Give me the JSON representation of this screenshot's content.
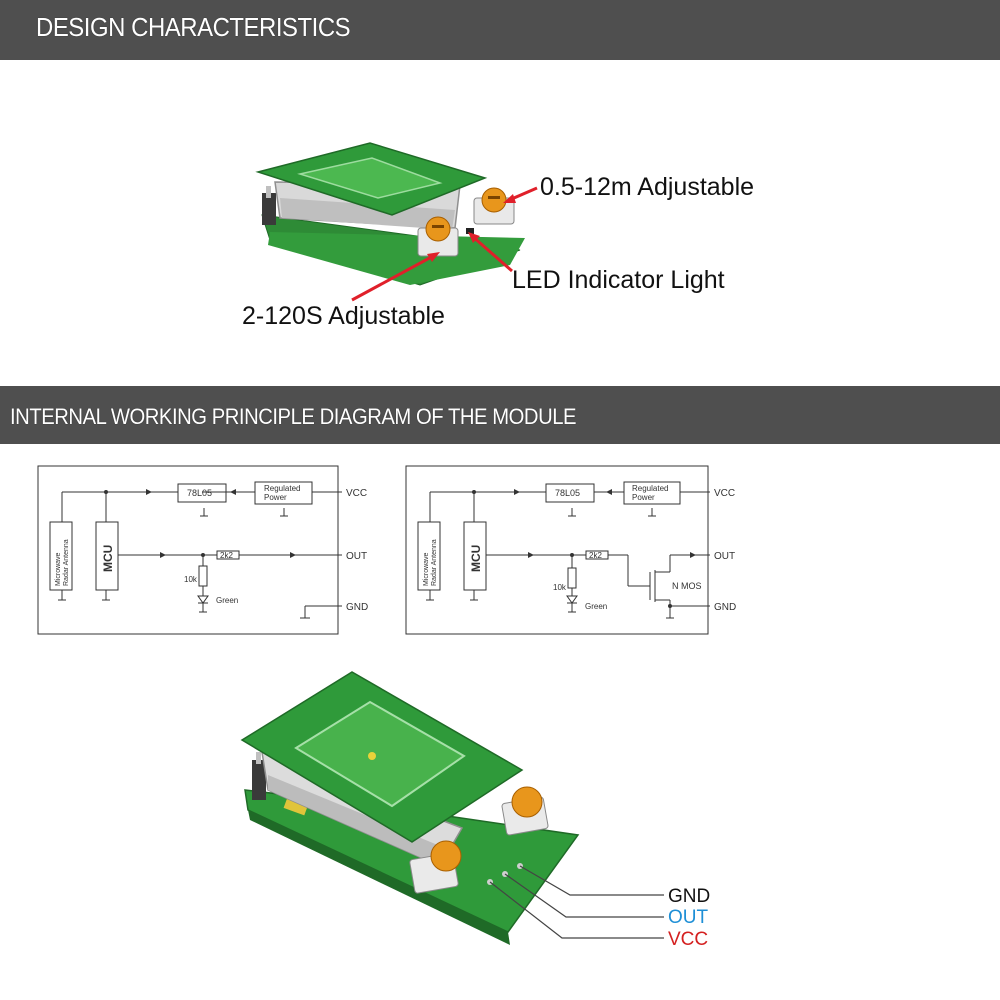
{
  "section1": {
    "title": "DESIGN CHARACTERISTICS"
  },
  "photo1": {
    "callouts": {
      "distance": "0.5-12m Adjustable",
      "led": "LED Indicator Light",
      "time": "2-120S Adjustable"
    }
  },
  "section2": {
    "title": "INTERNAL WORKING PRINCIPLE DIAGRAM OF THE MODULE"
  },
  "diagram_left": {
    "antenna": "Microwave\nRadar Antenna",
    "antenna_l1": "Microwave",
    "antenna_l2": "Radar Antenna",
    "mcu": "MCU",
    "reg1": "78L05",
    "reg2_l1": "Regulated",
    "reg2_l2": "Power",
    "resistor": "2k2",
    "led_res": "10k",
    "led": "Green",
    "vcc": "VCC",
    "out": "OUT",
    "gnd": "GND"
  },
  "diagram_right": {
    "antenna_l1": "Microwave",
    "antenna_l2": "Radar Antenna",
    "mcu": "MCU",
    "reg1": "78L05",
    "reg2_l1": "Regulated",
    "reg2_l2": "Power",
    "resistor": "2k2",
    "led_res": "10k",
    "led": "Green",
    "mos": "N MOS",
    "vcc": "VCC",
    "out": "OUT",
    "gnd": "GND"
  },
  "photo2": {
    "pins": [
      {
        "label": "GND",
        "color": "#111111"
      },
      {
        "label": "OUT",
        "color": "#1e8fd6"
      },
      {
        "label": "VCC",
        "color": "#d42020"
      }
    ]
  },
  "colors": {
    "header_bar": "#4f4f4f",
    "pcb_green": "#2f9a3a",
    "arrow_red": "#e0202a",
    "line": "#333333"
  }
}
